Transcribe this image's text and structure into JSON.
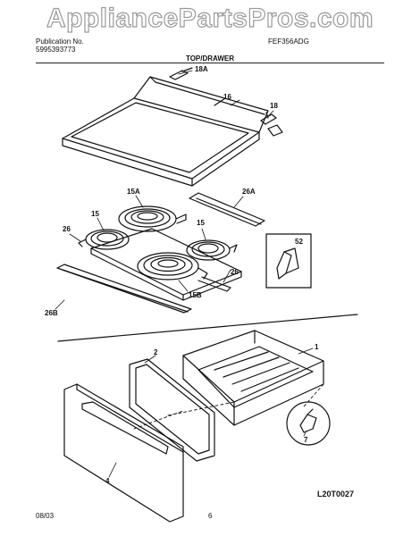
{
  "watermark": "AppliancePartsPros.com",
  "header": {
    "publication_label": "Publication No.",
    "publication_number": "5995393773",
    "model": "FEF356ADG"
  },
  "section_title": "TOP/DRAWER",
  "callouts": {
    "c18a": "18A",
    "c16": "16",
    "c18": "18",
    "c15a": "15A",
    "c26a": "26A",
    "c15_left": "15",
    "c15_right": "15",
    "c26_left": "26",
    "c26_right": "26",
    "c52": "52",
    "c15b": "15B",
    "c26b": "26B",
    "c1": "1",
    "c2": "2",
    "c4": "4",
    "c7": "7"
  },
  "diagram_code": "L20T0027",
  "footer": {
    "date": "08/03",
    "page": "6"
  }
}
